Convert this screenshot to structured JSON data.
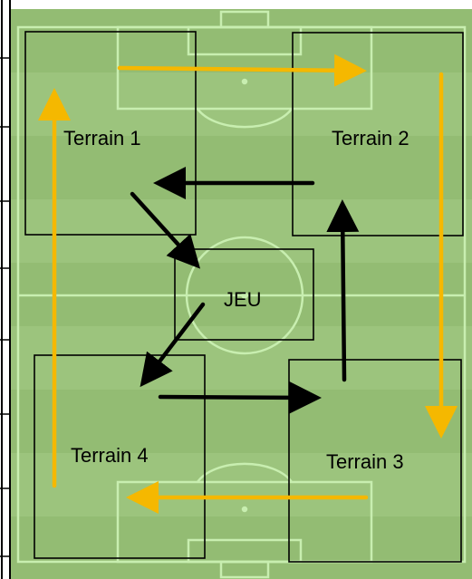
{
  "diagram": {
    "zones": [
      {
        "id": "terrain-1",
        "label": "Terrain 1"
      },
      {
        "id": "terrain-2",
        "label": "Terrain 2"
      },
      {
        "id": "jeu",
        "label": "JEU"
      },
      {
        "id": "terrain-3",
        "label": "Terrain 3"
      },
      {
        "id": "terrain-4",
        "label": "Terrain 4"
      }
    ]
  },
  "colors": {
    "pitch": "#93bc73",
    "pitch_stripe": "#9cc47d",
    "pitch_lines": "#c8eeb0",
    "zone_border": "#000000",
    "arrow_primary": "#000000",
    "arrow_secondary": "#f5b800",
    "table_lines": "#000000"
  }
}
